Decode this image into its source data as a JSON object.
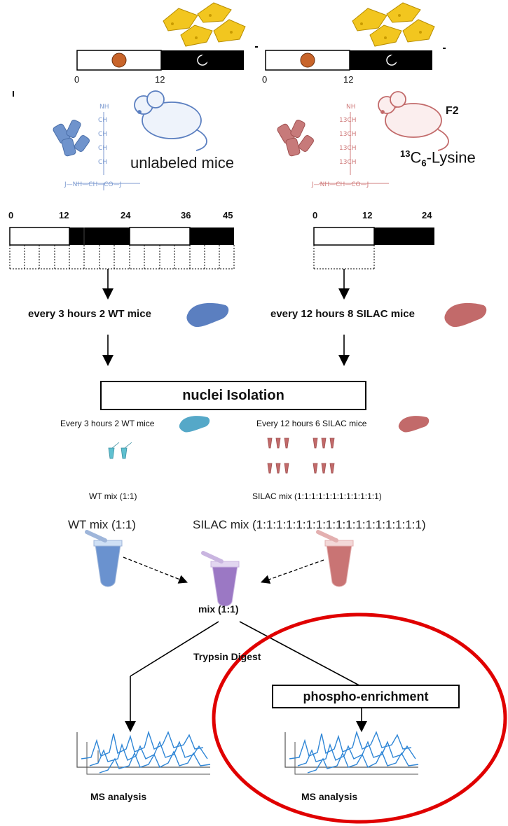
{
  "top_panels": {
    "left": {
      "tick_start": "0",
      "tick_mid": "12"
    },
    "right": {
      "tick_start": "0",
      "tick_mid": "12"
    }
  },
  "mice": {
    "left_label": "unlabeled mice",
    "right_generation": "F2",
    "right_label_isotope": "13",
    "right_label_sub": "6",
    "right_label_pre": "C",
    "right_label_post": "-Lysine"
  },
  "timeline_left": {
    "ticks": [
      "0",
      "12",
      "24",
      "36",
      "45"
    ]
  },
  "timeline_right": {
    "ticks": [
      "0",
      "12",
      "24"
    ]
  },
  "sampling": {
    "left": "every 3 hours 2 WT mice",
    "right": "every 12 hours 8 SILAC mice"
  },
  "nuclei_box": "nuclei Isolation",
  "sub_sampling": {
    "left": "Every 3 hours 2 WT mice",
    "right": "Every 12 hours 6 SILAC mice"
  },
  "mix_small": {
    "left": "WT mix (1:1)",
    "right": "SILAC mix (1:1:1:1:1:1:1:1:1:1:1:1)"
  },
  "mix_large": {
    "left": "WT mix (1:1)",
    "right": "SILAC mix (1:1:1:1:1:1:1:1:1:1:1:1:1:1:1:1:1)"
  },
  "combined_mix": "mix (1:1)",
  "digest": "Trypsin Digest",
  "enrichment_box": "phospho-enrichment",
  "ms_left": "MS analysis",
  "ms_right": "MS analysis",
  "colors": {
    "wt_blue": "#5b7fc0",
    "silac_red": "#c26a6a",
    "highlight_red": "#e00000",
    "spectrum_blue": "#2f86d6",
    "cheese": "#f2c61f"
  }
}
